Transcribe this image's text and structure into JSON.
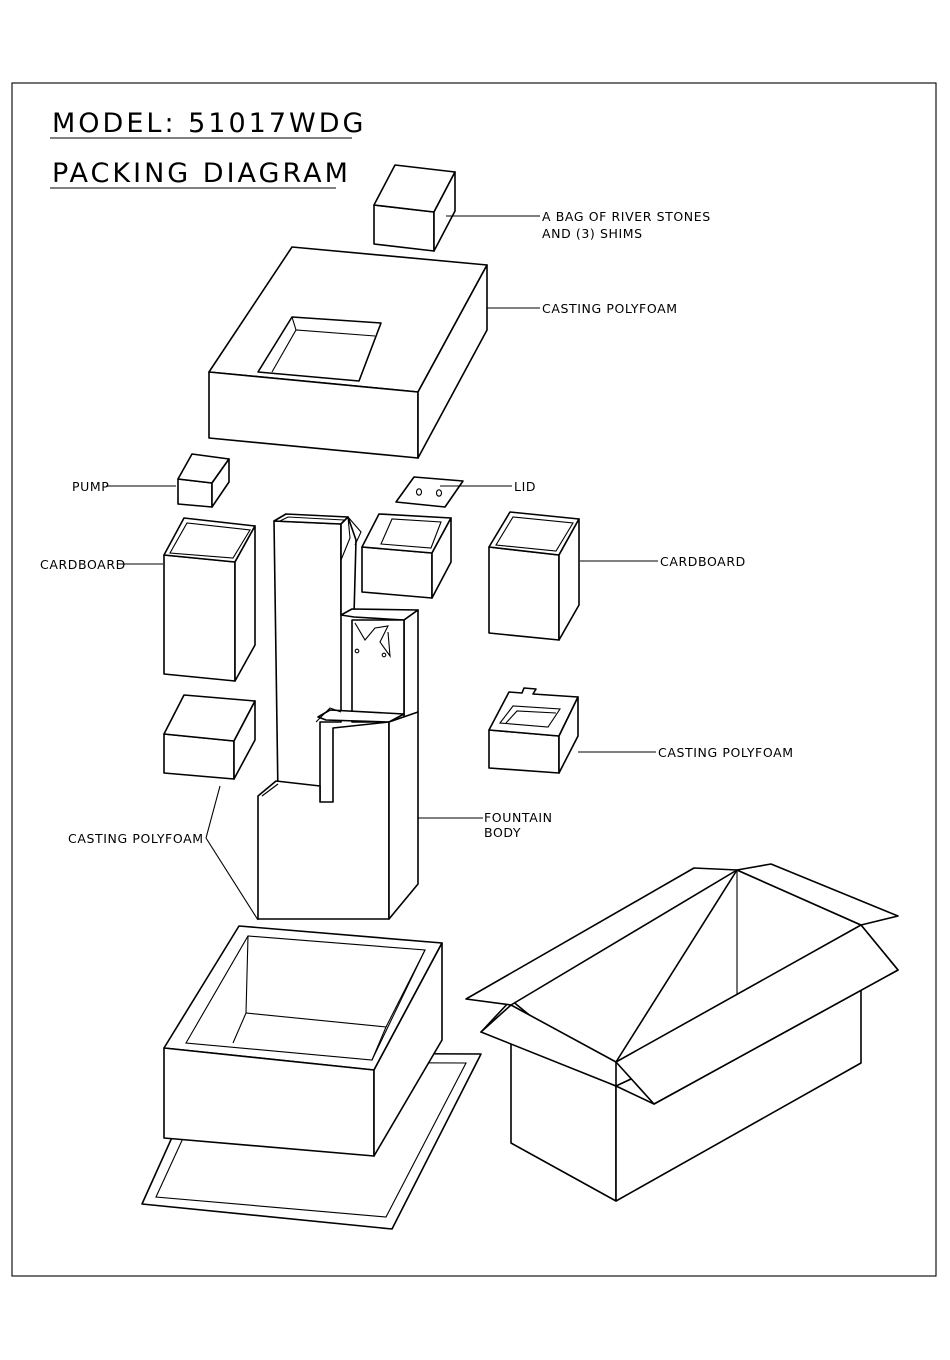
{
  "title": {
    "model": "MODEL: 51017WDG",
    "subtitle": "PACKING DIAGRAM"
  },
  "labels": {
    "river_stones_line1": "A BAG OF RIVER STONES",
    "river_stones_line2": "AND (3) SHIMS",
    "casting_polyfoam_top": "CASTING POLYFOAM",
    "pump": "PUMP",
    "lid": "LID",
    "cardboard_left": "CARDBOARD",
    "cardboard_right": "CARDBOARD",
    "casting_polyfoam_right": "CASTING POLYFOAM",
    "fountain_body_line1": "FOUNTAIN",
    "fountain_body_line2": "BODY",
    "casting_polyfoam_left": "CASTING POLYFOAM"
  }
}
